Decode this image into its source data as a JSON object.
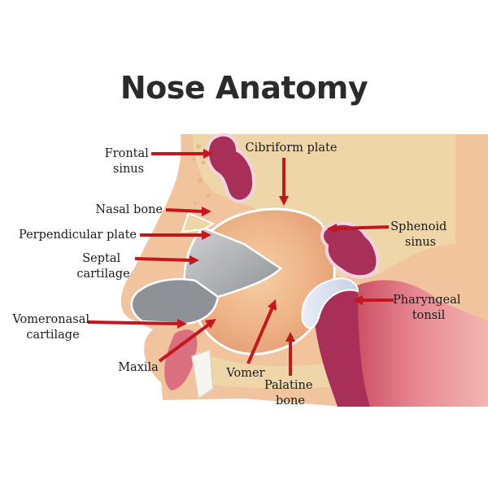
{
  "title": "Nose Anatomy",
  "colors": {
    "arrow": "#c4161c",
    "skin": "#f2c49e",
    "bone": "#eed6a8",
    "cavity": "#e9a77d",
    "sinus": "#a83058",
    "cartilage": "#9c9ea2",
    "pink_tissue": "#d96f7f",
    "outline": "#ffffff"
  },
  "labels": {
    "frontal_sinus": [
      "Frontal",
      "sinus"
    ],
    "nasal_bone": [
      "Nasal bone"
    ],
    "perpendicular_plate": [
      "Perpendicular plate"
    ],
    "septal_cartilage": [
      "Septal",
      "cartilage"
    ],
    "vomeronasal_cartilage": [
      "Vomeronasal",
      "cartilage"
    ],
    "maxila": [
      "Maxila"
    ],
    "vomer": [
      "Vomer"
    ],
    "palatine_bone": [
      "Palatine",
      "bone"
    ],
    "cribriform_plate": [
      "Cibriform plate"
    ],
    "sphenoid_sinus": [
      "Sphenoid",
      "sinus"
    ],
    "pharyngeal_tonsil": [
      "Pharyngeal",
      "tonsil"
    ]
  }
}
